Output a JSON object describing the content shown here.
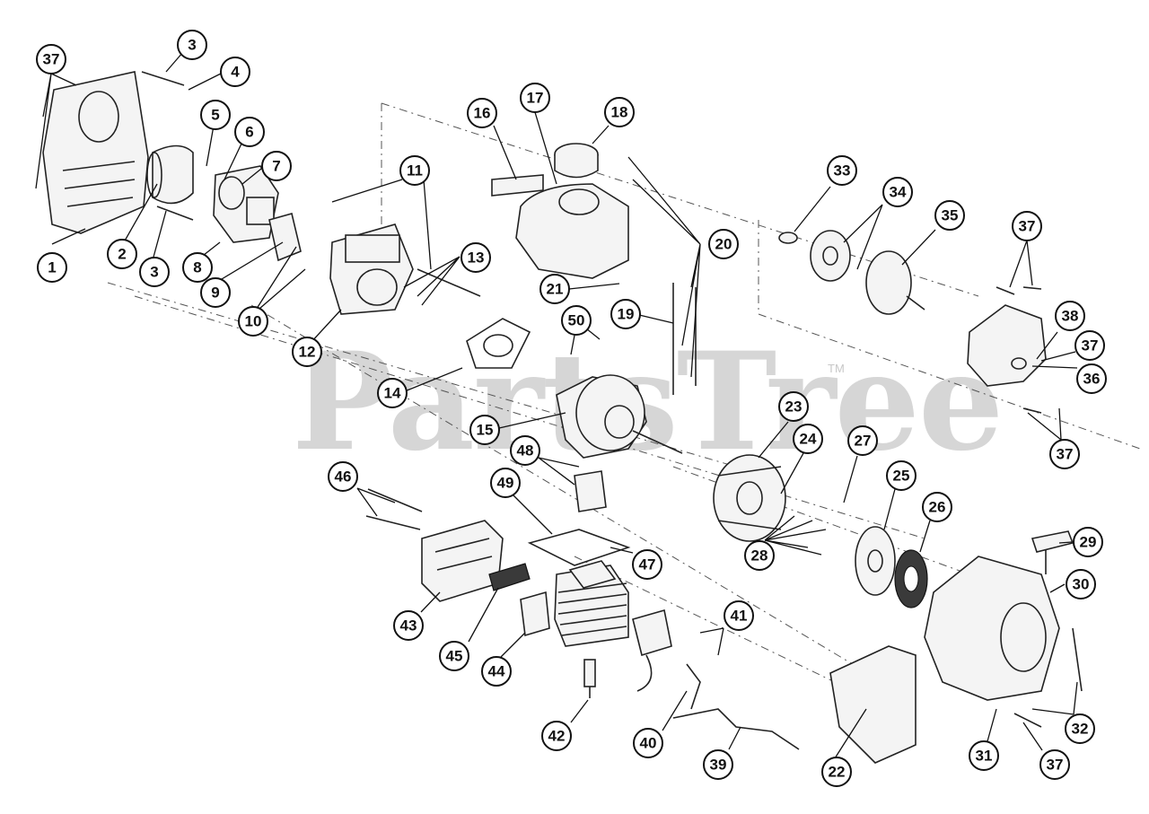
{
  "watermark": {
    "text": "PartsTree",
    "trademark": "TM"
  },
  "callouts": [
    {
      "label": "1"
    },
    {
      "label": "2"
    },
    {
      "label": "3"
    },
    {
      "label": "3"
    },
    {
      "label": "4"
    },
    {
      "label": "5"
    },
    {
      "label": "6"
    },
    {
      "label": "7"
    },
    {
      "label": "8"
    },
    {
      "label": "9"
    },
    {
      "label": "10"
    },
    {
      "label": "11"
    },
    {
      "label": "12"
    },
    {
      "label": "13"
    },
    {
      "label": "14"
    },
    {
      "label": "15"
    },
    {
      "label": "16"
    },
    {
      "label": "17"
    },
    {
      "label": "18"
    },
    {
      "label": "19"
    },
    {
      "label": "20"
    },
    {
      "label": "21"
    },
    {
      "label": "22"
    },
    {
      "label": "23"
    },
    {
      "label": "24"
    },
    {
      "label": "25"
    },
    {
      "label": "26"
    },
    {
      "label": "27"
    },
    {
      "label": "28"
    },
    {
      "label": "29"
    },
    {
      "label": "30"
    },
    {
      "label": "31"
    },
    {
      "label": "32"
    },
    {
      "label": "33"
    },
    {
      "label": "34"
    },
    {
      "label": "35"
    },
    {
      "label": "36"
    },
    {
      "label": "37"
    },
    {
      "label": "37"
    },
    {
      "label": "37"
    },
    {
      "label": "37"
    },
    {
      "label": "37"
    },
    {
      "label": "38"
    },
    {
      "label": "39"
    },
    {
      "label": "40"
    },
    {
      "label": "41"
    },
    {
      "label": "42"
    },
    {
      "label": "43"
    },
    {
      "label": "44"
    },
    {
      "label": "45"
    },
    {
      "label": "46"
    },
    {
      "label": "47"
    },
    {
      "label": "48"
    },
    {
      "label": "49"
    },
    {
      "label": "50"
    }
  ]
}
